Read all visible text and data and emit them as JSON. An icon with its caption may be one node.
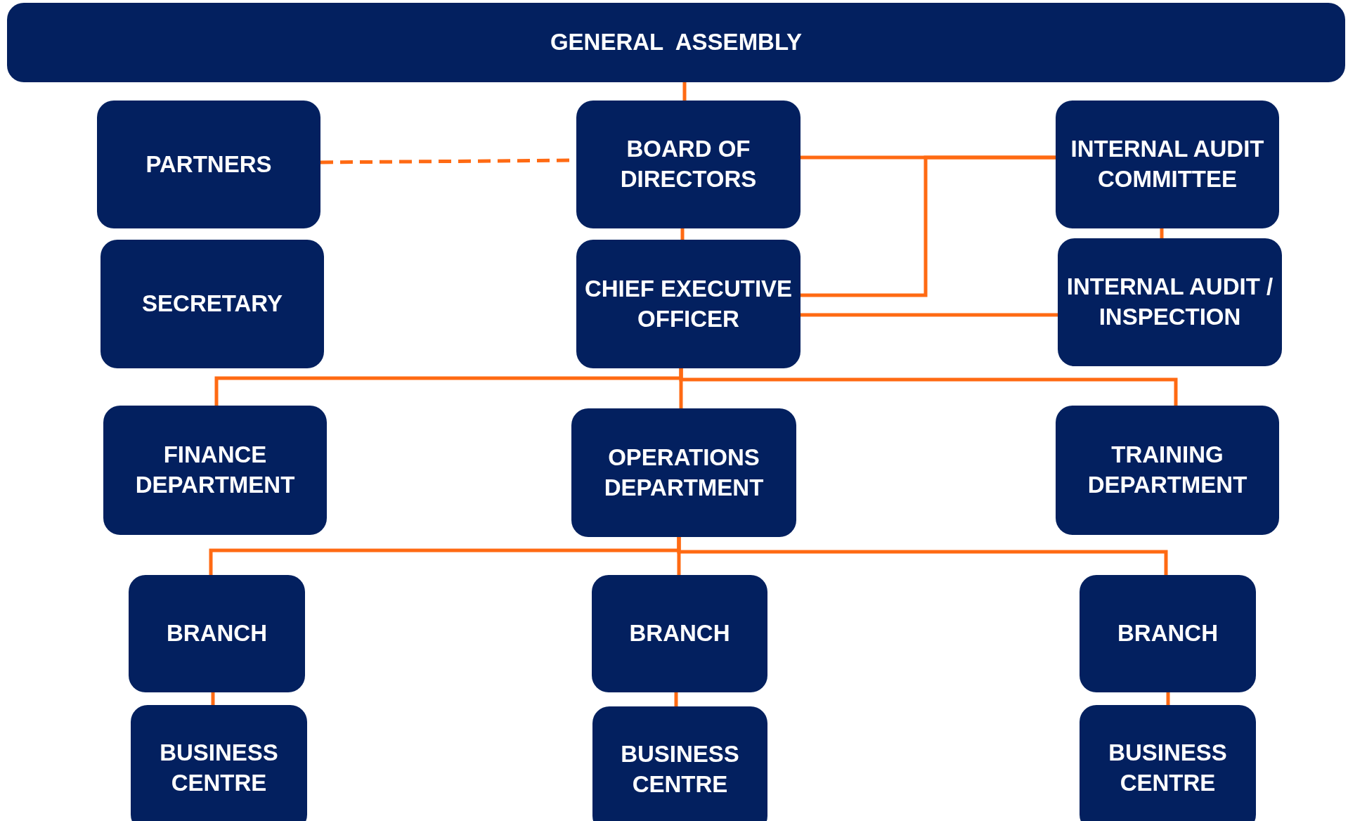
{
  "diagram": {
    "nodes": [
      {
        "text": [
          "GENERAL  ASSEMBLY"
        ]
      },
      {
        "text": [
          "PARTNERS"
        ]
      },
      {
        "text": [
          "BOARD OF DIRECTORS"
        ]
      },
      {
        "text": [
          "INTERNAL AUDIT COMMITTEE"
        ]
      },
      {
        "text": [
          "SECRETARY"
        ]
      },
      {
        "text": [
          "CHIEF EXECUTIVE OFFICER"
        ]
      },
      {
        "text": [
          "INTERNAL AUDIT / INSPECTION"
        ]
      },
      {
        "text": [
          "FINANCE DEPARTMENT"
        ]
      },
      {
        "text": [
          "OPERATIONS DEPARTMENT"
        ]
      },
      {
        "text": [
          "TRAINING DEPARTMENT"
        ]
      },
      {
        "text": [
          "BRANCH"
        ]
      },
      {
        "text": [
          "BRANCH"
        ]
      },
      {
        "text": [
          "BRANCH"
        ]
      },
      {
        "text": [
          "BUSINESS CENTRE"
        ]
      },
      {
        "text": [
          "BUSINESS CENTRE"
        ]
      },
      {
        "text": [
          "BUSINESS CENTRE"
        ]
      }
    ],
    "edges": [
      {
        "from": 0,
        "to": 2,
        "arrow": "none"
      },
      {
        "from": 1,
        "to": 2,
        "arrow": "none",
        "style": "dashed"
      },
      {
        "from": 2,
        "to": 3,
        "arrow": "none"
      },
      {
        "from": 5,
        "to": 3,
        "arrow": "none"
      },
      {
        "from": 2,
        "to": 5,
        "arrow": "none"
      },
      {
        "from": 3,
        "to": 6,
        "arrow": "none"
      },
      {
        "from": 5,
        "to": 6,
        "arrow": "none"
      },
      {
        "from": 5,
        "to": 7,
        "arrow": "none"
      },
      {
        "from": 5,
        "to": 8,
        "arrow": "none"
      },
      {
        "from": 5,
        "to": 9,
        "arrow": "none"
      },
      {
        "from": 8,
        "to": 10,
        "arrow": "none"
      },
      {
        "from": 8,
        "to": 11,
        "arrow": "none"
      },
      {
        "from": 8,
        "to": 12,
        "arrow": "none"
      },
      {
        "from": 10,
        "to": 13,
        "arrow": "none"
      },
      {
        "from": 11,
        "to": 14,
        "arrow": "none"
      },
      {
        "from": 12,
        "to": 15,
        "arrow": "none"
      }
    ]
  }
}
